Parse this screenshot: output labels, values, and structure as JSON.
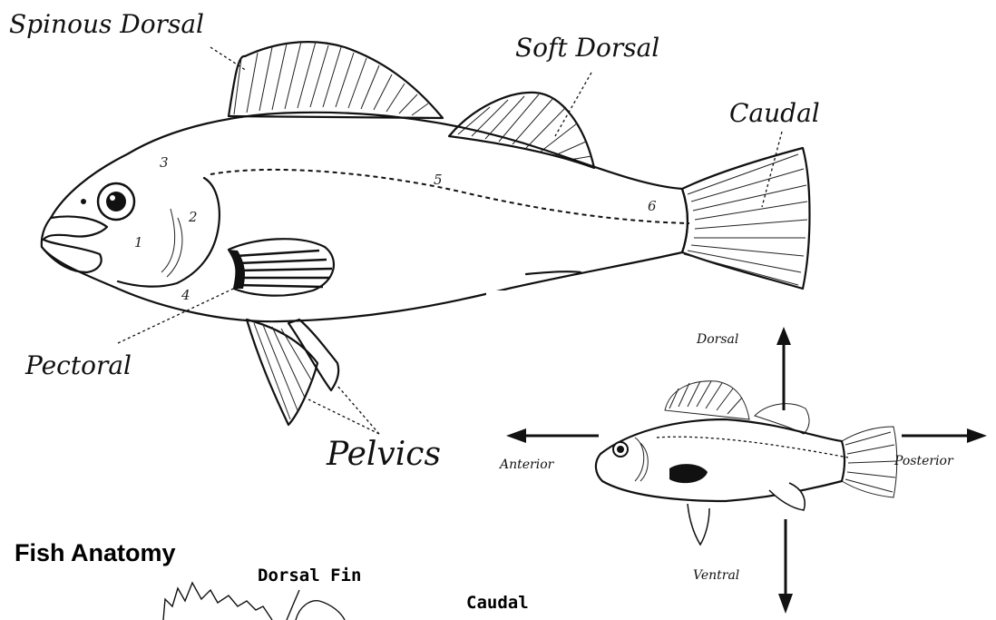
{
  "main_diagram": {
    "labels": {
      "spinous_dorsal": "Spinous Dorsal",
      "soft_dorsal": "Soft Dorsal",
      "caudal": "Caudal",
      "pectoral": "Pectoral",
      "pelvics": "Pelvics"
    },
    "region_numbers": [
      "1",
      "2",
      "3",
      "4",
      "5",
      "6"
    ]
  },
  "orientation_diagram": {
    "dorsal": "Dorsal",
    "ventral": "Ventral",
    "anterior": "Anterior",
    "posterior": "Posterior"
  },
  "bottom_inset": {
    "title": "Fish Anatomy",
    "dorsal_fin": "Dorsal Fin",
    "caudal": "Caudal"
  }
}
